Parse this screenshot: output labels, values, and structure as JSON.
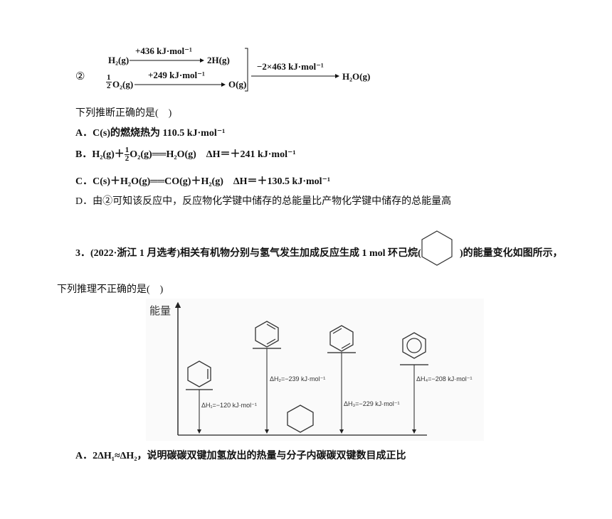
{
  "scheme": {
    "label": "②",
    "row1_reactant": "H₂(g)",
    "row1_energy": "+436 kJ·mol⁻¹",
    "row1_product": "2H(g)",
    "row2_reactant_num": "1",
    "row2_reactant_den": "2",
    "row2_reactant": "O₂(g)",
    "row2_energy": "+249 kJ·mol⁻¹",
    "row2_product": "O(g)",
    "combine_energy": "−2×463 kJ·mol⁻¹",
    "final_product": "H₂O(g)"
  },
  "question2": {
    "prompt": "下列推断正确的是(　)",
    "optA": "A．C(s)的燃烧热为 110.5 kJ·mol⁻¹",
    "optB_pre": "B．H₂(g)＋",
    "optB_num": "1",
    "optB_den": "2",
    "optB_post": "O₂(g)══H₂O(g)　ΔH＝＋241 kJ·mol⁻¹",
    "optC": "C．C(s)＋H₂O(g)══CO(g)＋H₂(g)　ΔH＝＋130.5 kJ·mol⁻¹",
    "optD": "D．由②可知该反应中，反应物化学键中储存的总能量比产物化学键中储存的总能量高"
  },
  "question3": {
    "stem_a": "3．(2022·浙江 1 月选考)相关有机物分别与氢气发生加成反应生成 1 mol 环己烷(",
    "stem_b": ")的能量变化如图所示，",
    "stem_c": "下列推理不正确的是(　)",
    "optA": "A．2ΔH₁≈ΔH₂，说明碳碳双键加氢放出的热量与分子内碳碳双键数目成正比"
  },
  "diagram": {
    "y_label": "能量",
    "dh1": "ΔH₁=−120 kJ·mol⁻¹",
    "dh2": "ΔH₂=−239 kJ·mol⁻¹",
    "dh3": "ΔH₃=−229 kJ·mol⁻¹",
    "dh4": "ΔH₄=−208 kJ·mol⁻¹",
    "molecules": [
      "cyclohexene-icon",
      "1,3-cyclohexadiene-icon",
      "1,4-cyclohexadiene-icon",
      "benzene-icon",
      "cyclohexane-icon"
    ]
  }
}
